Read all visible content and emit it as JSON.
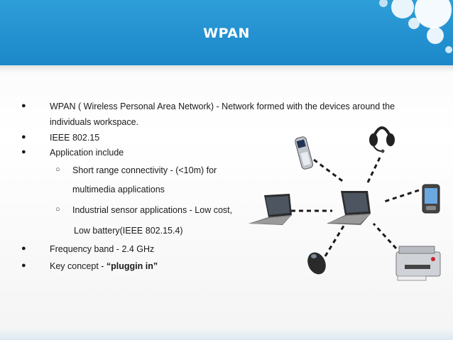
{
  "slide": {
    "title": "WPAN"
  },
  "bullets": [
    {
      "text": "WPAN ( Wireless Personal Area Network)  - Network formed with the devices around the"
    },
    {
      "text": "individuals workspace."
    },
    {
      "text": "IEEE 802.15"
    },
    {
      "text": "Application include"
    },
    {
      "text": "Short range connectivity - (<10m) for"
    },
    {
      "text": "multimedia applications"
    },
    {
      "text": "Industrial sensor applications - Low cost,"
    },
    {
      "text": "Low battery(IEEE 802.15.4)"
    },
    {
      "text": "Frequency band - 2.4 GHz"
    },
    {
      "text_prefix": "Key concept - ",
      "text_strong": "“pluggin in”"
    }
  ],
  "symbols": {
    "bullet": "●",
    "sub_bullet": "○"
  },
  "icons": [
    "cellphone-icon",
    "headset-icon",
    "laptop-icon",
    "pda-icon",
    "mouse-icon",
    "printer-icon"
  ],
  "colors": {
    "header": "#2393d4",
    "title": "#ffffff",
    "text": "#1a1a1a",
    "link": "#111111"
  }
}
